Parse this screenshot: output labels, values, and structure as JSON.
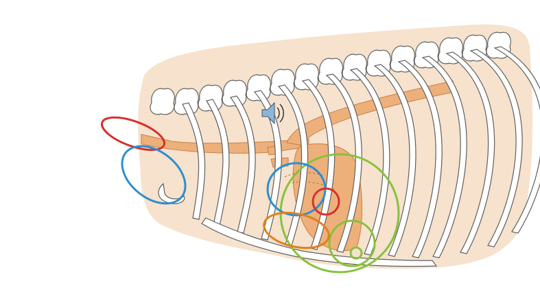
{
  "figure": {
    "subject": "canine-thorax-lateral-view",
    "colors": {
      "background_blob": "#f6e2cd",
      "bone_fill": "#ffffff",
      "bone_outline": "#5f5f5f",
      "organ_fill": "#eeb07a",
      "organ_outline": "#c87d48",
      "red_marker": "#d6312c",
      "blue_marker": "#2a8fd2",
      "green_marker": "#86c23c",
      "orange_marker": "#e0801f"
    },
    "audio_icon": "speaker-icon",
    "markers": [
      {
        "name": "red-marker-trachea-entry",
        "color": "red"
      },
      {
        "name": "blue-marker-cranial-thorax",
        "color": "blue"
      },
      {
        "name": "blue-marker-heart-base",
        "color": "blue"
      },
      {
        "name": "red-marker-heart-valve",
        "color": "red"
      },
      {
        "name": "orange-marker-sternal",
        "color": "orange"
      },
      {
        "name": "green-marker-heart-large",
        "color": "green"
      },
      {
        "name": "green-marker-heart-apex",
        "color": "green"
      },
      {
        "name": "green-marker-apex-small",
        "color": "green"
      }
    ]
  }
}
